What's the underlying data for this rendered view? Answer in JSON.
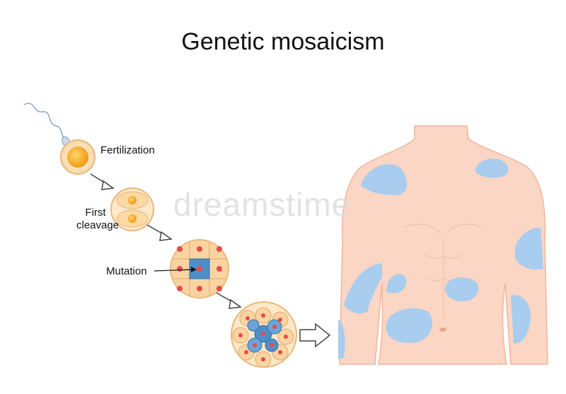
{
  "title": "Genetic mosaicism",
  "stages": {
    "fertilization": "Fertilization",
    "first_cleavage_line1": "First",
    "first_cleavage_line2": "cleavage",
    "mutation": "Mutation"
  },
  "watermark": "dreamstime",
  "colors": {
    "skin": "#fbd6c4",
    "skin_outline": "#f0a082",
    "patch": "#a8cdee",
    "cell_orange": "#f5a623",
    "nucleus": "#e84a4a",
    "mutant_cell": "#4f8fc9",
    "arrow": "#444444"
  }
}
